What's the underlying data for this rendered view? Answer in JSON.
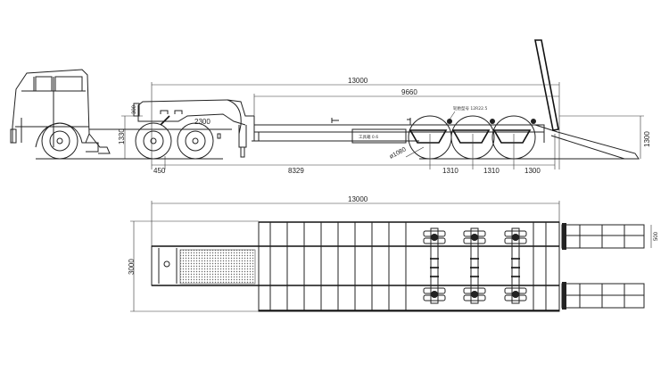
{
  "side_view": {
    "dims": {
      "overall_length": "13000",
      "deck_length": "9660",
      "kingpin_to_axle": "2300",
      "gooseneck_height": "1330",
      "gooseneck_step": "300",
      "front_overhang": "450",
      "kingpin_to_rear_axle": "8329",
      "axle_spacing_1": "1310",
      "axle_spacing_2": "1310",
      "rear_overhang": "1300",
      "ramp_height": "1300",
      "wheel_diameter": "ø1080"
    },
    "notes": {
      "tire_spec": "轮胎型号 12R22.5",
      "toolbox": "工具箱 0.6"
    }
  },
  "plan_view": {
    "dims": {
      "overall_length": "13000",
      "overall_width": "3000",
      "ramp_width": "500"
    }
  }
}
